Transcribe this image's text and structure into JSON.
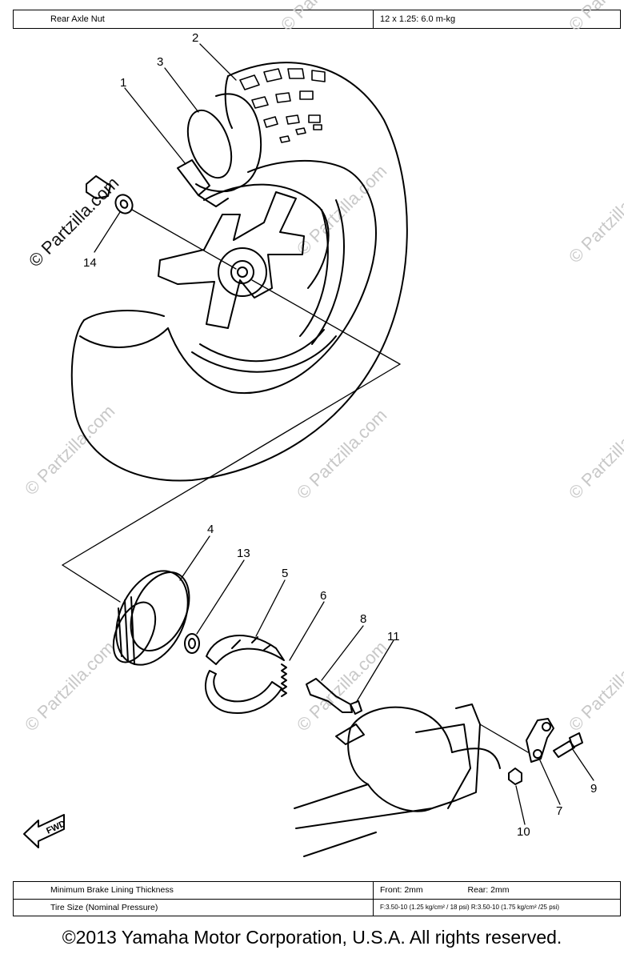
{
  "specs_top": {
    "label": "Rear Axle Nut",
    "value": "12 x 1.25: 6.0 m-kg"
  },
  "specs_bottom": {
    "brake_label": "Minimum Brake Lining Thickness",
    "brake_front": "Front: 2mm",
    "brake_rear": "Rear: 2mm",
    "tire_label": "Tire Size (Nominal Pressure)",
    "tire_value": "F:3.50-10 (1.25 kg/cm² / 18 psi)   R:3.50-10 (1.75 kg/cm² /25 psi)"
  },
  "callouts": [
    "1",
    "2",
    "3",
    "14",
    "4",
    "13",
    "5",
    "6",
    "8",
    "11",
    "9",
    "7",
    "10"
  ],
  "fwd_label": "FWD",
  "watermark": "© Partzilla.com",
  "copyright": "©2013  Yamaha Motor Corporation, U.S.A. All rights reserved."
}
